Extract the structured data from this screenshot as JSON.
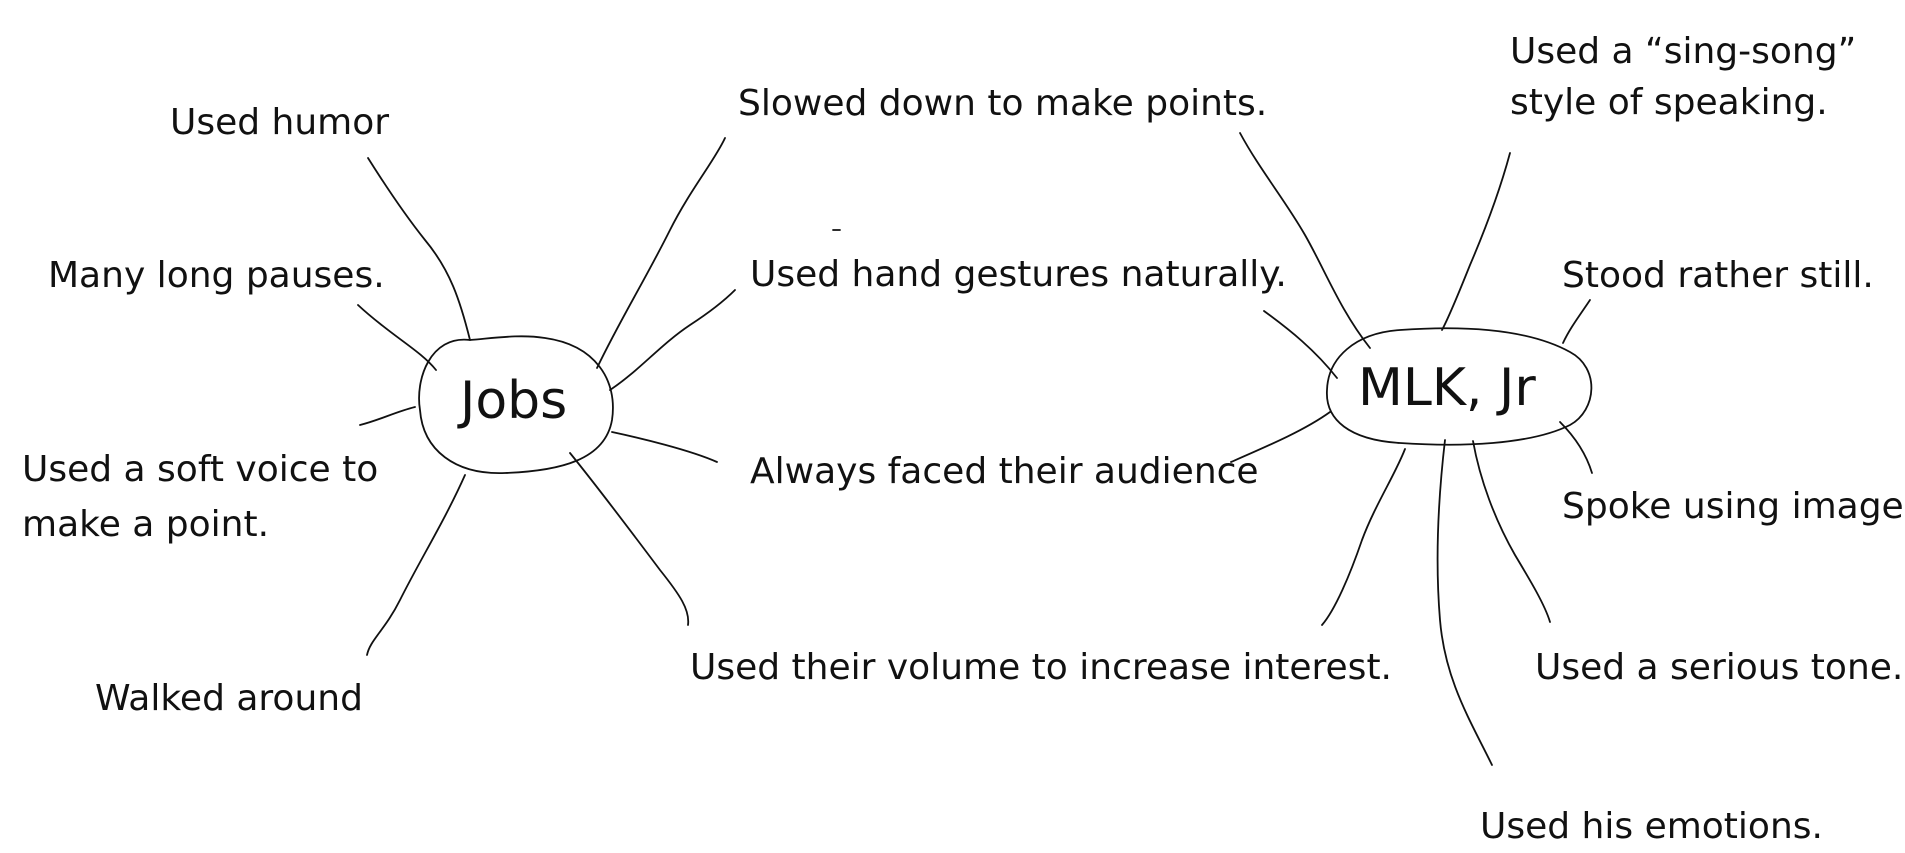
{
  "diagram": {
    "hubs": {
      "jobs": "Jobs",
      "mlk": "MLK, Jr"
    },
    "jobs_notes": {
      "humor": "Used humor",
      "pauses": "Many long pauses.",
      "soft_voice_1": "Used a soft voice to",
      "soft_voice_2": "make a point.",
      "walked": "Walked around"
    },
    "shared_notes": {
      "slowed": "Slowed down to make points.",
      "gestures": "Used hand gestures naturally.",
      "faced": "Always faced their audience",
      "volume": "Used their volume to increase interest."
    },
    "mlk_notes": {
      "singsong_1": "Used a “sing-song”",
      "singsong_2": "style of speaking.",
      "still": "Stood rather still.",
      "imagery": "Spoke using imagery",
      "serious": "Used a serious tone.",
      "emotions": "Used his emotions."
    }
  },
  "colors": {
    "ink": "#111111",
    "background": "#ffffff"
  }
}
